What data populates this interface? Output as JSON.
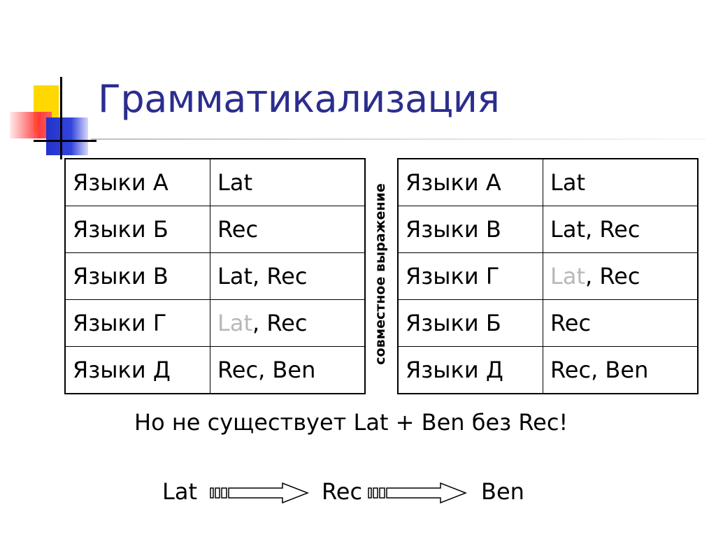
{
  "title": "Грамматикализация",
  "left_table": {
    "rows": [
      {
        "group": "Языки А",
        "features": [
          {
            "text": "Lat",
            "muted": false
          }
        ]
      },
      {
        "group": "Языки Б",
        "features": [
          {
            "text": "Rec",
            "muted": false
          }
        ]
      },
      {
        "group": "Языки В",
        "features": [
          {
            "text": "Lat, Rec",
            "muted": false
          }
        ]
      },
      {
        "group": "Языки Г",
        "features": [
          {
            "text": "Lat",
            "muted": true
          },
          {
            "text": ", Rec",
            "muted": false
          }
        ]
      },
      {
        "group": "Языки Д",
        "features": [
          {
            "text": "Rec, Ben",
            "muted": false
          }
        ]
      }
    ]
  },
  "vertical_label": "совместное выражение",
  "right_table": {
    "rows": [
      {
        "group": "Языки А",
        "features": [
          {
            "text": "Lat",
            "muted": false
          }
        ]
      },
      {
        "group": "Языки В",
        "features": [
          {
            "text": "Lat, Rec",
            "muted": false
          }
        ]
      },
      {
        "group": "Языки Г",
        "features": [
          {
            "text": "Lat",
            "muted": true
          },
          {
            "text": ", Rec",
            "muted": false
          }
        ]
      },
      {
        "group": "Языки Б",
        "features": [
          {
            "text": "Rec",
            "muted": false
          }
        ]
      },
      {
        "group": "Языки Д",
        "features": [
          {
            "text": "Rec, Ben",
            "muted": false
          }
        ]
      }
    ]
  },
  "note": "Но не существует Lat + Ben без Rec!",
  "chain": {
    "steps": [
      "Lat",
      "Rec",
      "Ben"
    ],
    "arrow_icon": "striped-right-arrow-icon"
  },
  "colors": {
    "title": "#2b2d8f",
    "muted_text": "#b8b8b8",
    "accent_yellow": "#ffd800",
    "accent_red": "#ff3b3b",
    "accent_blue": "#2233cc"
  }
}
